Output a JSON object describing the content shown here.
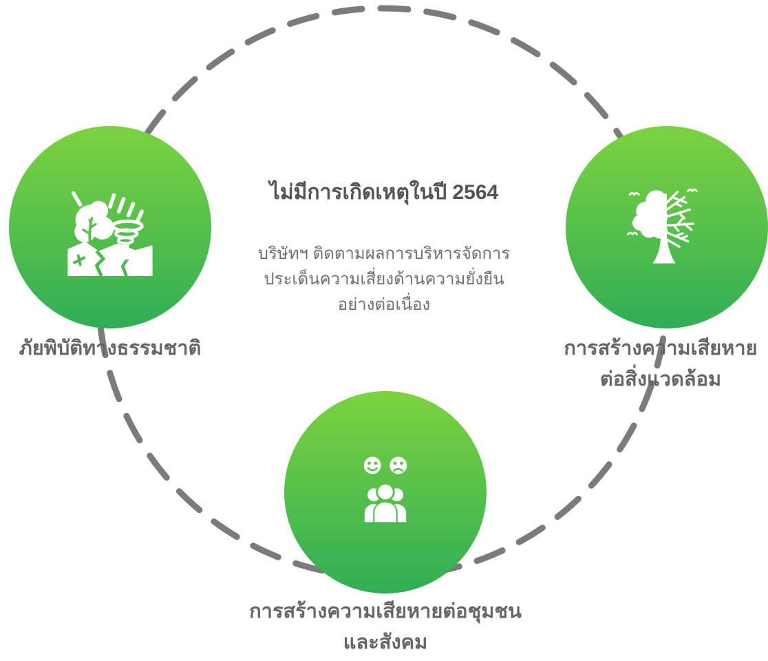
{
  "colors": {
    "circle_top": "#7CD33F",
    "circle_bottom": "#30AE55",
    "ring_color": "#7B7B7B",
    "title_color": "#525459",
    "body_color": "#6E6F73",
    "label_color": "#65666A",
    "icon_color": "#FFFFFF"
  },
  "center_note": {
    "title": "ไม่มีการเกิดเหตุในปี 2564",
    "lines": [
      "บริษัทฯ ติดตามผลการบริหารจัดการ",
      "ประเด็นความเสี่ยงด้านความยั่งยืน",
      "อย่างต่อเนื่อง"
    ]
  },
  "nodes": [
    {
      "id": "natural-disaster",
      "icon": "natural-disaster-icon",
      "label_lines": [
        "ภัยพิบัติทางธรรมชาติ",
        ""
      ]
    },
    {
      "id": "environmental-damage",
      "icon": "half-dead-tree-icon",
      "label_lines": [
        "การสร้างความเสียหาย",
        "ต่อสิ่งแวดล้อม"
      ]
    },
    {
      "id": "community-social-damage",
      "icon": "community-people-icon",
      "label_lines": [
        "การสร้างความเสียหายต่อชุมชน",
        "และสังคม"
      ]
    }
  ]
}
